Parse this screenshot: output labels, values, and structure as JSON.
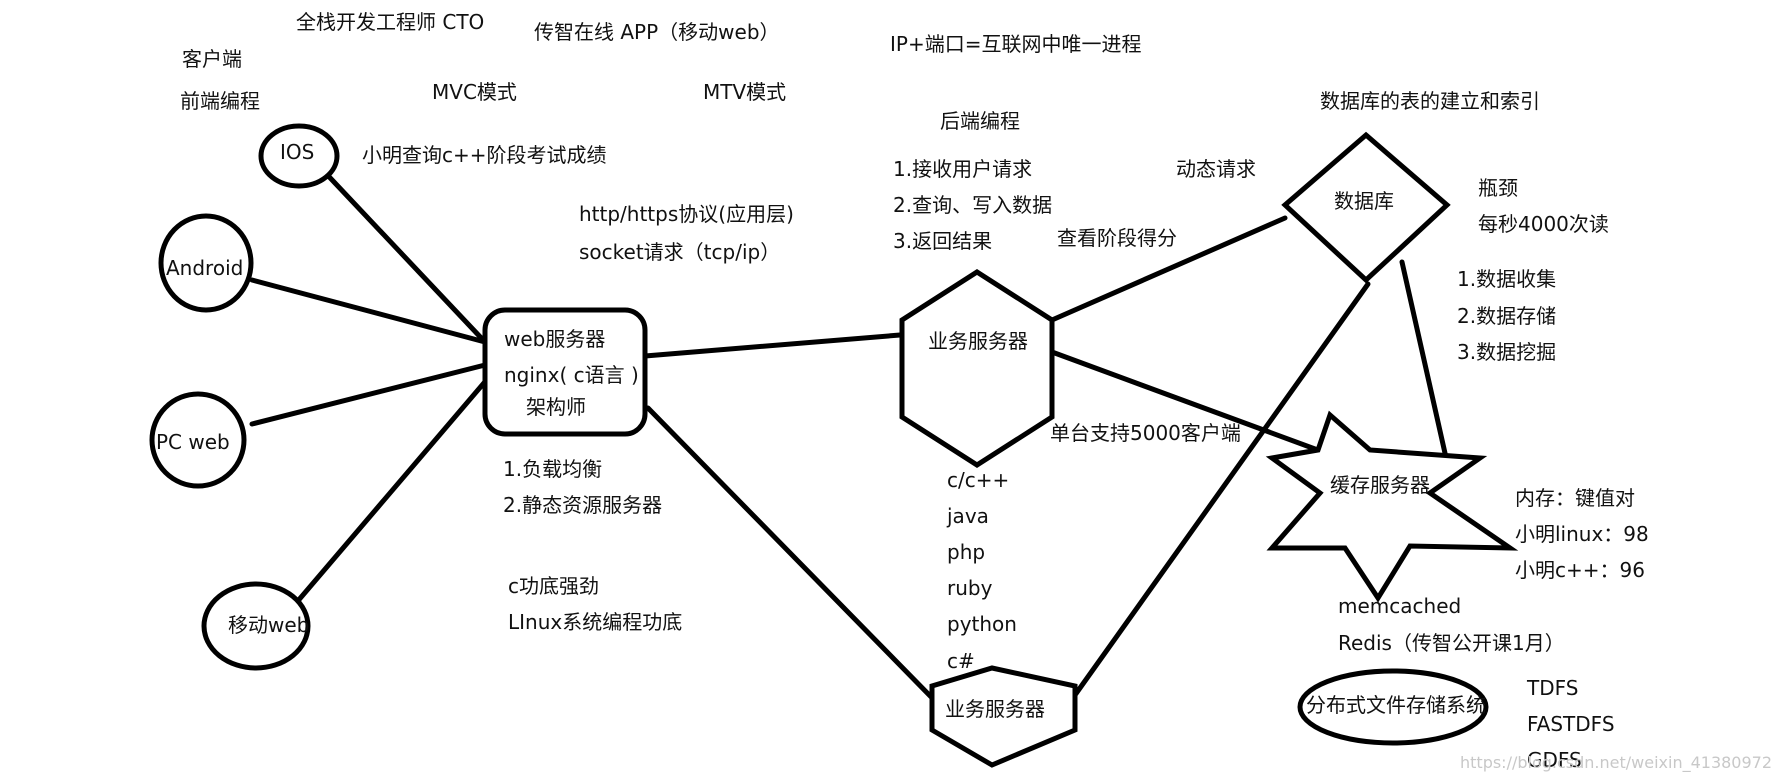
{
  "nodes": {
    "ios": "IOS",
    "android": "Android",
    "pc_web": "PC web",
    "mobile_web": "移动web",
    "web_server": [
      "web服务器",
      "nginx( c语言 )",
      "架构师"
    ],
    "biz_server_1": "业务服务器",
    "biz_server_2": "业务服务器",
    "database": "数据库",
    "cache_server": "缓存服务器",
    "dfs": "分布式文件存储系统"
  },
  "annotations": {
    "fullstack": "全栈开发工程师 CTO",
    "client": "客户端",
    "frontend": "前端编程",
    "mvc": "MVC模式",
    "chuanzhi_app": "传智在线 APP（移动web）",
    "mtv": "MTV模式",
    "xiaoming_query": "小明查询c++阶段考试成绩",
    "http": "http/https协议(应用层)",
    "socket": "socket请求（tcp/ip）",
    "ip_port": "IP+端口=互联网中唯一进程",
    "backend": "后端编程",
    "backend_steps": [
      "1.接收用户请求",
      "2.查询、写入数据",
      "3.返回结果"
    ],
    "view_score": "查看阶段得分",
    "dynamic_request": "动态请求",
    "db_table": "数据库的表的建立和索引",
    "bottleneck": "瓶颈",
    "reads": "每秒4000次读",
    "data_steps": [
      "1.数据收集",
      "2.数据存储",
      "3.数据挖掘"
    ],
    "web_features": [
      "1.负载均衡",
      "2.静态资源服务器"
    ],
    "single_support": "单台支持5000客户端",
    "languages": [
      "c/c++",
      "java",
      "php",
      "ruby",
      "python",
      "c#"
    ],
    "c_skill": "c功底强劲",
    "linux_skill": "LInux系统编程功底",
    "memory": "内存：键值对",
    "xiaoming_linux": "小明linux：98",
    "xiaoming_cpp": "小明c++：96",
    "memcached": "memcached",
    "redis": "Redis（传智公开课1月）",
    "dfs_types": [
      "TDFS",
      "FASTDFS",
      "GDFS"
    ],
    "watermark": "https://blog.csdn.net/weixin_41380972"
  }
}
